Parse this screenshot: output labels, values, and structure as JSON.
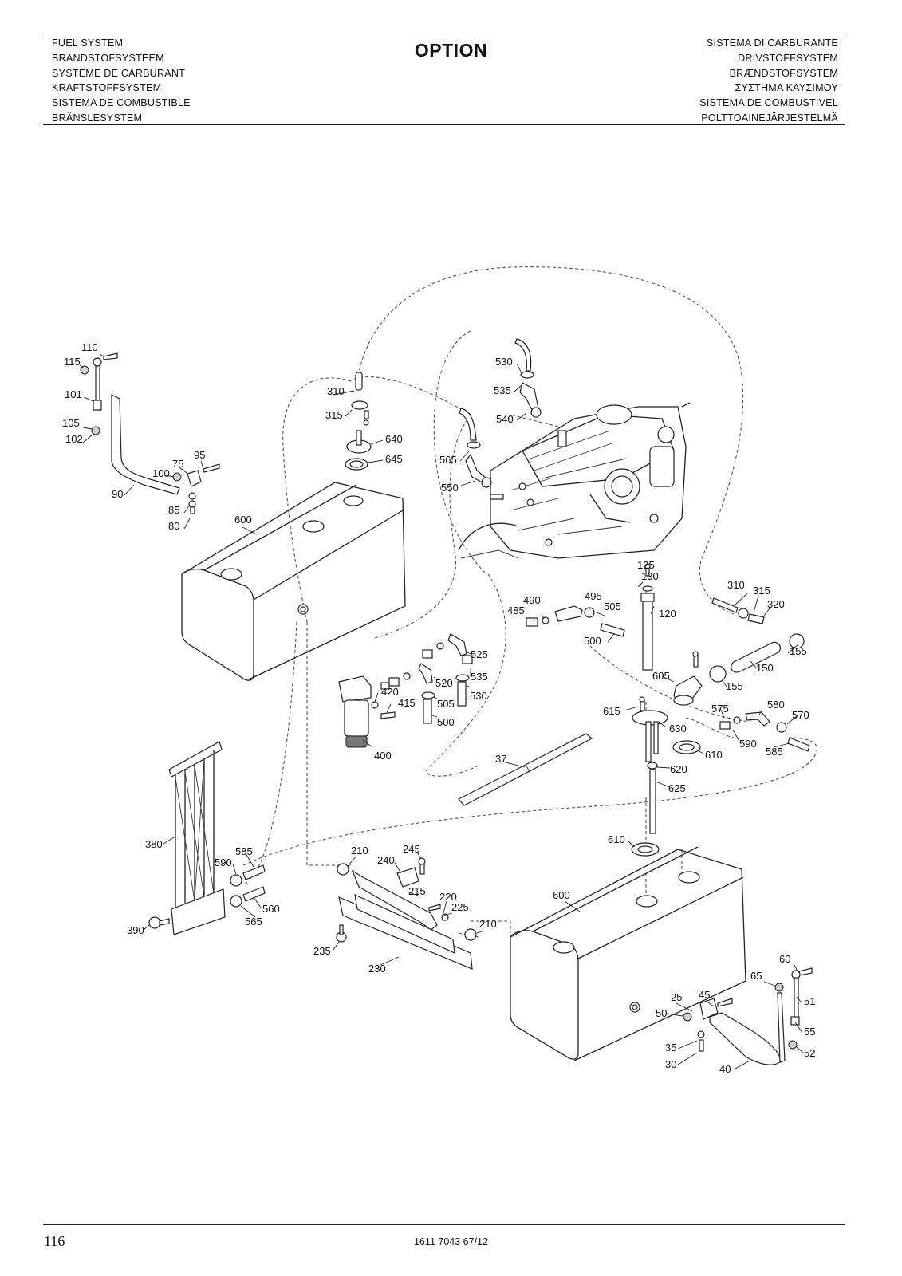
{
  "header": {
    "left_lines": [
      "FUEL SYSTEM",
      "BRANDSTOFSYSTEEM",
      "SYSTEME DE CARBURANT",
      "KRAFTSTOFFSYSTEM",
      "SISTEMA DE COMBUSTIBLE",
      "BRÄNSLESYSTEM"
    ],
    "title": "OPTION",
    "right_lines": [
      "SISTEMA DI CARBURANTE",
      "DRIVSTOFFSYSTEM",
      "BRÆNDSTOFSYSTEM",
      "ΣΥΣΤΗΜΑ ΚΑΥΣΙΜΟΥ",
      "SISTEMA DE COMBUSTIVEL",
      "POLTTOAINEJÄRJESTELMÄ"
    ]
  },
  "callouts": [
    "110",
    "115",
    "101",
    "105",
    "102",
    "95",
    "75",
    "100",
    "90",
    "85",
    "80",
    "310",
    "315",
    "640",
    "645",
    "600",
    "530",
    "535",
    "540",
    "565",
    "550",
    "125",
    "130",
    "120",
    "310",
    "315",
    "320",
    "155",
    "150",
    "155",
    "490",
    "495",
    "485",
    "505",
    "500",
    "525",
    "535",
    "530",
    "520",
    "505",
    "500",
    "420",
    "415",
    "400",
    "605",
    "615",
    "630",
    "610",
    "575",
    "580",
    "590",
    "570",
    "585",
    "37",
    "620",
    "625",
    "610",
    "380",
    "585",
    "590",
    "560",
    "565",
    "390",
    "210",
    "240",
    "245",
    "215",
    "220",
    "225",
    "210",
    "235",
    "230",
    "600",
    "60",
    "65",
    "51",
    "45",
    "25",
    "50",
    "55",
    "35",
    "52",
    "30",
    "40"
  ],
  "footer": {
    "page_number": "116",
    "document_number": "1611 7043 67/12"
  }
}
